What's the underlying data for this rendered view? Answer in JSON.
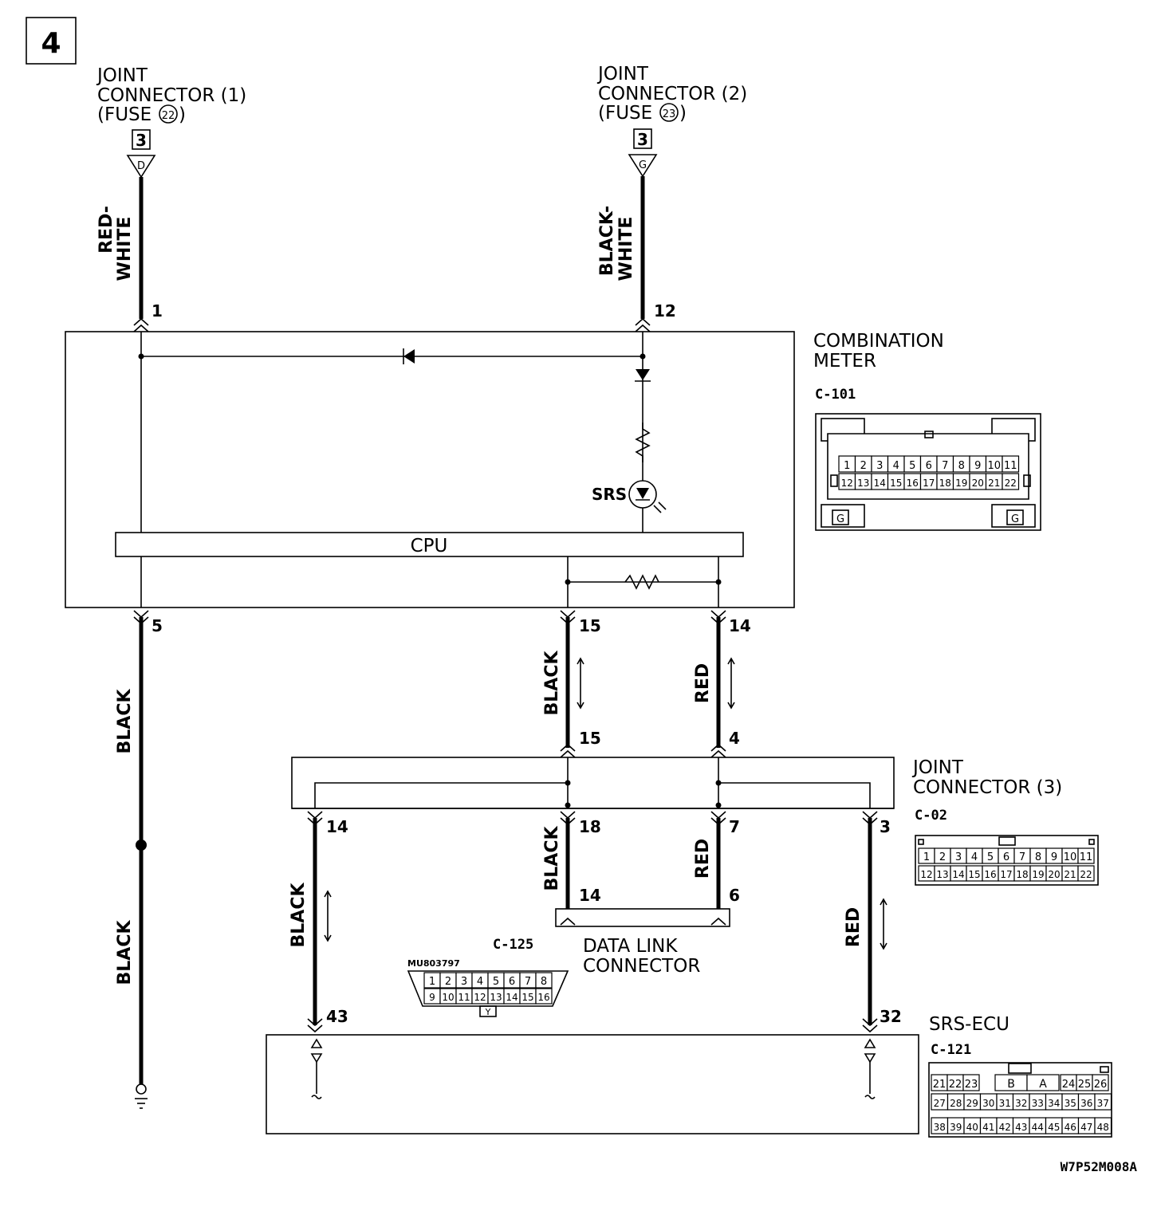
{
  "page_number": "4",
  "diagram_code": "W7P52M008A",
  "sources": {
    "jc1": {
      "line1": "JOINT",
      "line2": "CONNECTOR (1)",
      "line3a": "(FUSE",
      "fuse": "22",
      "line3b": ")",
      "page_ref": "3",
      "connector_letter": "D"
    },
    "jc2": {
      "line1": "JOINT",
      "line2": "CONNECTOR (2)",
      "line3a": "(FUSE",
      "fuse": "23",
      "line3b": ")",
      "page_ref": "3",
      "connector_letter": "G"
    }
  },
  "wires": {
    "red_white_1": "RED-",
    "red_white_2": "WHITE",
    "black_white_1": "BLACK-",
    "black_white_2": "WHITE",
    "black_ground_upper": "BLACK",
    "black_ground_lower": "BLACK",
    "black_15": "BLACK",
    "red_14": "RED",
    "black_18": "BLACK",
    "red_7": "RED",
    "black_14": "BLACK",
    "red_3": "RED"
  },
  "pins": {
    "cm_1": "1",
    "cm_12": "12",
    "cm_5": "5",
    "cm_15": "15",
    "cm_14": "14",
    "jc3_15": "15",
    "jc3_4": "4",
    "jc3_14": "14",
    "jc3_18": "18",
    "jc3_7": "7",
    "jc3_3": "3",
    "dlc_14": "14",
    "dlc_6": "6",
    "srs_43": "43",
    "srs_32": "32"
  },
  "combination_meter": {
    "name_line1": "COMBINATION",
    "name_line2": "METER",
    "connector_id": "C-101",
    "cpu_label": "CPU",
    "lamp_label": "SRS",
    "pins_top": [
      "1",
      "2",
      "3",
      "4",
      "5",
      "6",
      "7",
      "8",
      "9",
      "10",
      "11"
    ],
    "pins_bottom": [
      "12",
      "13",
      "14",
      "15",
      "16",
      "17",
      "18",
      "19",
      "20",
      "21",
      "22"
    ],
    "key_left": "G",
    "key_right": "G"
  },
  "joint_connector_3": {
    "name_line1": "JOINT",
    "name_line2": "CONNECTOR (3)",
    "connector_id": "C-02",
    "pins_top": [
      "1",
      "2",
      "3",
      "4",
      "5",
      "6",
      "7",
      "8",
      "9",
      "10",
      "11"
    ],
    "pins_bottom": [
      "12",
      "13",
      "14",
      "15",
      "16",
      "17",
      "18",
      "19",
      "20",
      "21",
      "22"
    ]
  },
  "data_link_connector": {
    "name_line1": "DATA LINK",
    "name_line2": "CONNECTOR",
    "connector_id": "C-125",
    "part_number": "MU803797",
    "pins_top": [
      "1",
      "2",
      "3",
      "4",
      "5",
      "6",
      "7",
      "8"
    ],
    "pins_bottom": [
      "9",
      "10",
      "11",
      "12",
      "13",
      "14",
      "15",
      "16"
    ],
    "key": "Y"
  },
  "srs_ecu": {
    "name": "SRS-ECU",
    "connector_id": "C-121",
    "row1_left": [
      "21",
      "22",
      "23"
    ],
    "row1_keys": [
      "B",
      "A"
    ],
    "row1_right": [
      "24",
      "25",
      "26"
    ],
    "row2": [
      "27",
      "28",
      "29",
      "30",
      "31",
      "32",
      "33",
      "34",
      "35",
      "36",
      "37"
    ],
    "row3": [
      "38",
      "39",
      "40",
      "41",
      "42",
      "43",
      "44",
      "45",
      "46",
      "47",
      "48"
    ]
  }
}
